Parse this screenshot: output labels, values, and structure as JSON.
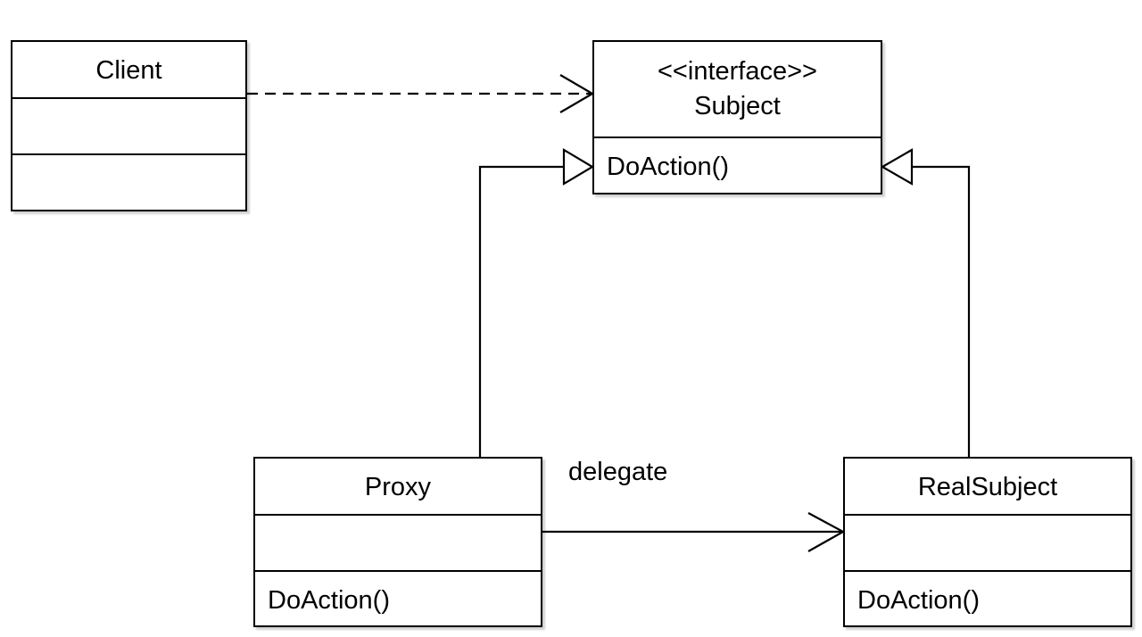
{
  "classes": {
    "client": {
      "name": "Client"
    },
    "subject": {
      "stereotype": "<<interface>>",
      "name": "Subject",
      "operation": "DoAction()"
    },
    "proxy": {
      "name": "Proxy",
      "operation": "DoAction()"
    },
    "real_subject": {
      "name": "RealSubject",
      "operation": "DoAction()"
    }
  },
  "relations": {
    "proxy_to_real": {
      "label": "delegate"
    }
  }
}
